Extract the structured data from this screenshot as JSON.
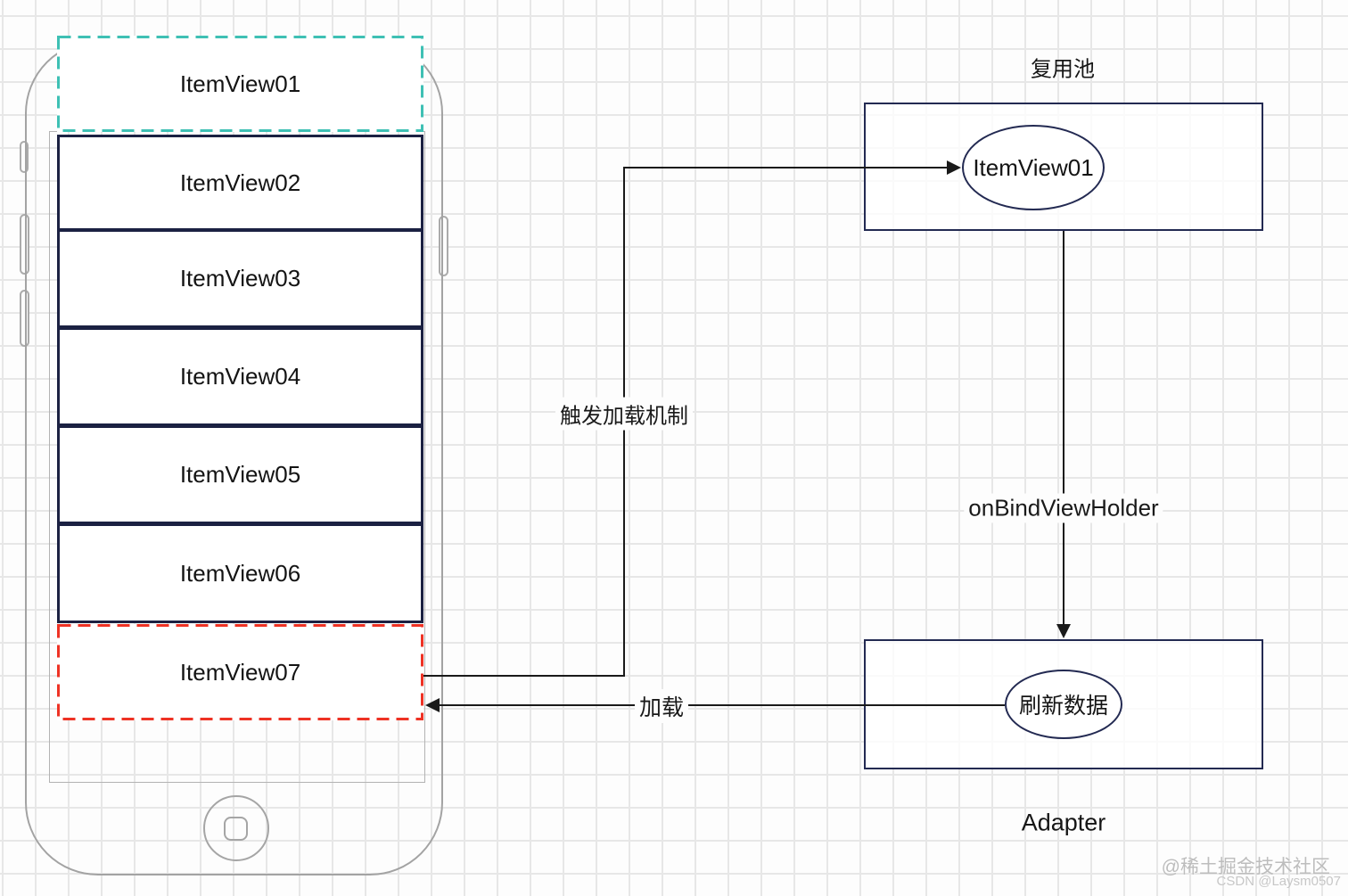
{
  "diagram": {
    "phone": {
      "items": [
        {
          "label": "ItemView01",
          "state": "recycled"
        },
        {
          "label": "ItemView02",
          "state": "normal"
        },
        {
          "label": "ItemView03",
          "state": "normal"
        },
        {
          "label": "ItemView04",
          "state": "normal"
        },
        {
          "label": "ItemView05",
          "state": "normal"
        },
        {
          "label": "ItemView06",
          "state": "normal"
        },
        {
          "label": "ItemView07",
          "state": "loading"
        }
      ]
    },
    "reuse_pool": {
      "title": "复用池",
      "node_label": "ItemView01"
    },
    "adapter": {
      "title": "Adapter",
      "node_label": "刷新数据"
    },
    "edges": {
      "trigger_label": "触发加载机制",
      "bind_label": "onBindViewHolder",
      "load_label": "加载"
    }
  },
  "watermarks": {
    "juejin": "@稀土掘金技术社区",
    "csdn": "CSDN @Laysm0507"
  },
  "colors": {
    "item_border": "#1b2142",
    "box_border": "#232a52",
    "recycled_dash": "#3ec0b4",
    "loading_dash": "#ee3224",
    "connector": "#1a1a1a",
    "grid_line": "#e7e7e7",
    "phone_outline": "#a3a3a3",
    "watermark": "#bdbdbd"
  }
}
